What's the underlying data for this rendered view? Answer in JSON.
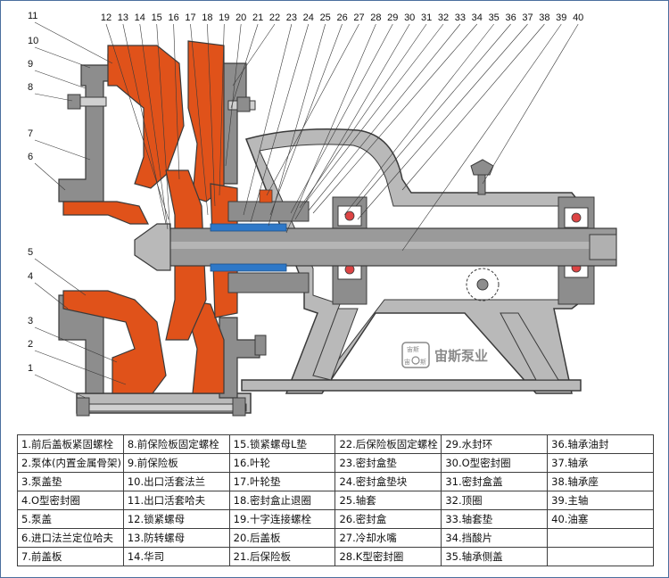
{
  "diagram": {
    "callout_numbers_top": [
      "12",
      "13",
      "14",
      "15",
      "16",
      "17",
      "18",
      "19",
      "20",
      "21",
      "22",
      "23",
      "24",
      "25",
      "26",
      "27",
      "28",
      "29",
      "30",
      "31",
      "32",
      "33",
      "34",
      "35",
      "36",
      "37",
      "38",
      "39",
      "40"
    ],
    "callout_numbers_left": [
      "11",
      "10",
      "9",
      "8",
      "7",
      "6",
      "5",
      "4",
      "3",
      "2",
      "1"
    ],
    "colors": {
      "impeller": "#e0521a",
      "housing": "#8d8d8d",
      "light_housing": "#b9b9b9",
      "shaft": "#9a9a9a",
      "seal_blue": "#2e78c8",
      "outline": "#3a3a3a"
    },
    "brand": {
      "name": "宙斯泵业",
      "logo_top": "宙斯",
      "logo_bottom": "宙",
      "logo_bottom2": "斯"
    }
  },
  "legend": {
    "rows": [
      [
        "1.前后盖板紧固螺栓",
        "8.前保险板固定螺栓",
        "15.锁紧螺母L垫",
        "22.后保险板固定螺栓",
        "29.水封环",
        "36.轴承油封"
      ],
      [
        "2.泵体(内置金属骨架)",
        "9.前保险板",
        "16.叶轮",
        "23.密封盒垫",
        "30.O型密封圈",
        "37.轴承"
      ],
      [
        "3.泵盖垫",
        "10.出口活套法兰",
        "17.叶轮垫",
        "24.密封盒垫块",
        "31.密封盒盖",
        "38.轴承座"
      ],
      [
        "4.O型密封圈",
        "11.出口活套哈夫",
        "18.密封盒止退圈",
        "25.轴套",
        "32.顶圈",
        "39.主轴"
      ],
      [
        "5.泵盖",
        "12.锁紧螺母",
        "19.十字连接螺栓",
        "26.密封盒",
        "33.轴套垫",
        "40.油塞"
      ],
      [
        "6.进口法兰定位哈夫",
        "13.防转螺母",
        "20.后盖板",
        "27.冷却水嘴",
        "34.挡酸片",
        ""
      ],
      [
        "7.前盖板",
        "14.华司",
        "21.后保险板",
        "28.K型密封圈",
        "35.轴承侧盖",
        ""
      ]
    ]
  }
}
